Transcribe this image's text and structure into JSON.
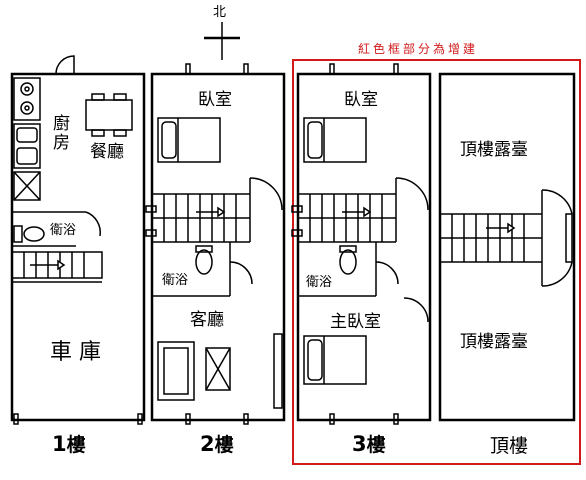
{
  "compass": {
    "north_label": "北"
  },
  "note": "紅色框部分為增建",
  "floor1": {
    "kitchen": "廚房",
    "dining": "餐廳",
    "bath": "衛浴",
    "garage": "車 庫",
    "label_num": "1",
    "label_unit": "樓"
  },
  "floor2": {
    "bedroom": "臥室",
    "bath": "衛浴",
    "living": "客廳",
    "label_num": "2",
    "label_unit": "樓"
  },
  "floor3": {
    "bedroom": "臥室",
    "bath": "衛浴",
    "master_bedroom": "主臥室",
    "label_num": "3",
    "label_unit": "樓"
  },
  "roof": {
    "terrace_top": "頂樓露臺",
    "terrace_bottom": "頂樓露臺",
    "label": "頂樓"
  },
  "colors": {
    "highlight_frame": "#d11a1a"
  }
}
